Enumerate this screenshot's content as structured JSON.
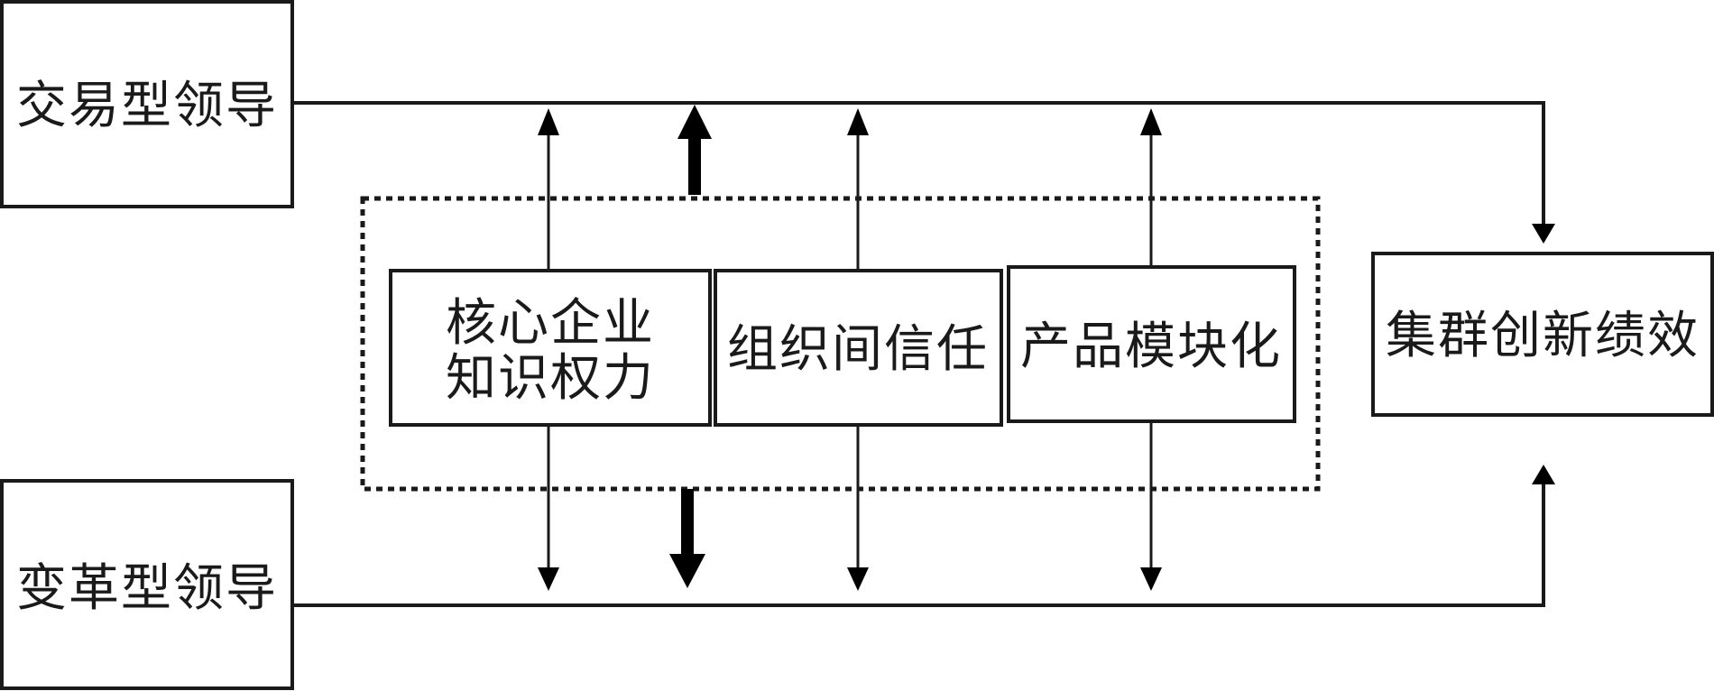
{
  "diagram": {
    "type": "flowchart",
    "nodes": {
      "transactional_leadership": "交易型领导",
      "transformational_leadership": "变革型领导",
      "knowledge_power_line1": "核心企业",
      "knowledge_power_line2": "知识权力",
      "inter_org_trust": "组织间信任",
      "product_modularity": "产品模块化",
      "cluster_innovation": "集群创新绩效"
    },
    "edges": [
      {
        "from": "交易型领导",
        "to": "集群创新绩效"
      },
      {
        "from": "变革型领导",
        "to": "集群创新绩效"
      },
      {
        "from": "核心企业知识权力",
        "to": "交易型领导"
      },
      {
        "from": "核心企业知识权力",
        "to": "变革型领导"
      },
      {
        "from": "组织间信任",
        "to": "交易型领导"
      },
      {
        "from": "组织间信任",
        "to": "变革型领导"
      },
      {
        "from": "产品模块化",
        "to": "交易型领导"
      },
      {
        "from": "产品模块化",
        "to": "变革型领导"
      },
      {
        "from": "moderators-group",
        "to": "交易型领导",
        "style": "bold"
      },
      {
        "from": "moderators-group",
        "to": "变革型领导",
        "style": "bold"
      }
    ]
  }
}
